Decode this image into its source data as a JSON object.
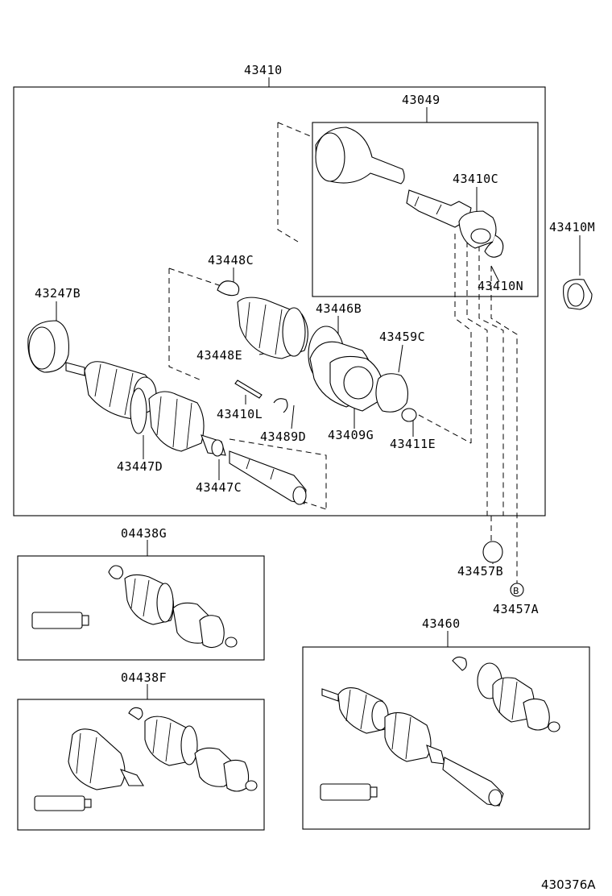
{
  "labels": {
    "p43410": "43410",
    "p43049": "43049",
    "p43410C": "43410C",
    "p43410M": "43410M",
    "p43448C": "43448C",
    "p43247B": "43247B",
    "p43446B": "43446B",
    "p43410N": "43410N",
    "p43459C": "43459C",
    "p43448E": "43448E",
    "p43410L": "43410L",
    "p43489D": "43489D",
    "p43409G": "43409G",
    "p43411E": "43411E",
    "p43447D": "43447D",
    "p43447C": "43447C",
    "p04438G": "04438G",
    "p43457B": "43457B",
    "p43457A": "43457A",
    "p43460": "43460",
    "p04438F": "04438F",
    "refB": "B",
    "figure": "430376A"
  }
}
